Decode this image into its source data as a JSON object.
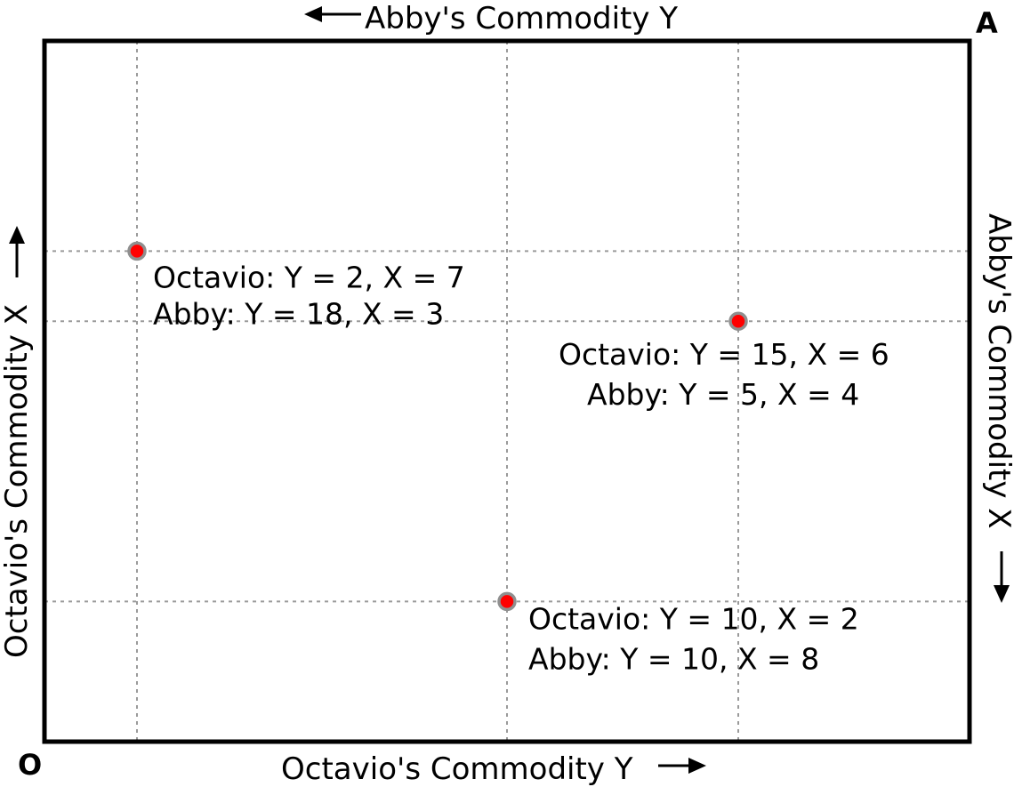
{
  "chart_data": {
    "type": "scatter",
    "chart_kind": "edgeworth-box",
    "colors": {
      "point_fill": "#ff0000",
      "point_stroke": "#8f8f8f",
      "guide_line": "#9a9a9a",
      "frame": "#000000"
    },
    "corners": {
      "origin_bottom_left": "O",
      "origin_top_right": "A"
    },
    "axes": {
      "bottom": "Octavio's Commodity Y",
      "left": "Octavio's Commodity X",
      "top": "Abby's Commodity Y",
      "right": "Abby's Commodity X"
    },
    "xlim": [
      0,
      20
    ],
    "ylim": [
      0,
      10
    ],
    "grid": "dashed guide lines through each point",
    "points": [
      {
        "octavio_y": 2,
        "octavio_x": 7,
        "abby_y": 18,
        "abby_x": 3,
        "label_line1": "Octavio: Y = 2, X = 7",
        "label_line2": "Abby: Y = 18, X = 3"
      },
      {
        "octavio_y": 15,
        "octavio_x": 6,
        "abby_y": 5,
        "abby_x": 4,
        "label_line1": "Octavio: Y = 15, X = 6",
        "label_line2": "Abby: Y = 5, X = 4"
      },
      {
        "octavio_y": 10,
        "octavio_x": 2,
        "abby_y": 10,
        "abby_x": 8,
        "label_line1": "Octavio: Y = 10, X = 2",
        "label_line2": "Abby: Y = 10, X = 8"
      }
    ]
  }
}
